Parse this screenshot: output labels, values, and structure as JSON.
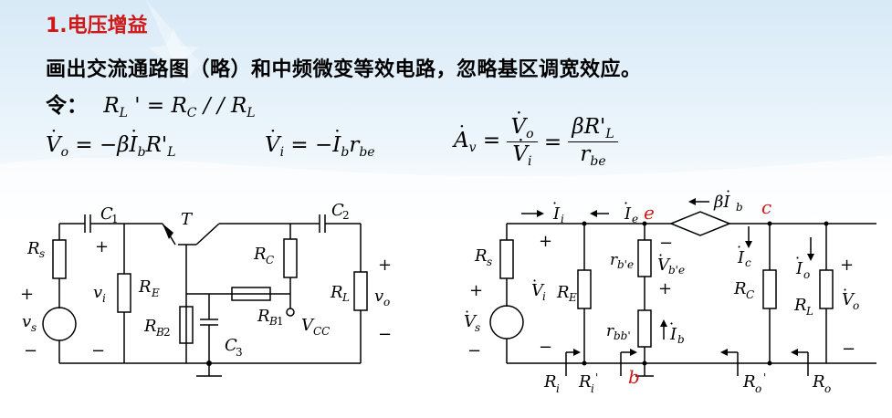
{
  "heading": "1.电压增益",
  "subheading": "画出交流通路图（略）和中频微变等效电路，忽略基区调宽效应。",
  "formulas": {
    "let_label": "令：",
    "rl_prime": "R_L' = R_C // R_L",
    "vo": "Vo = −β Ib R'L",
    "vi": "Vi = −Ib rbe",
    "av": "Av = Vo/Vi = βR'L/rbe"
  },
  "left_circuit": {
    "labels": [
      "C1",
      "T",
      "C2",
      "Rs",
      "+",
      "vi",
      "RE",
      "RC",
      "RL",
      "vo",
      "+",
      "vs",
      "RB2",
      "RB1",
      "VCC",
      "C3",
      "−",
      "−",
      "−",
      "+"
    ]
  },
  "right_circuit": {
    "node_labels": [
      "e",
      "c",
      "b"
    ],
    "labels": [
      "Ii",
      "Ie",
      "βIb",
      "Ic",
      "Io",
      "Rs",
      "Vi",
      "RE",
      "rb'e",
      "Vb'e",
      "rbb'",
      "Ib",
      "RC",
      "RL",
      "Vo",
      "Vs",
      "Ri",
      "Ri'",
      "Ro'",
      "Ro"
    ]
  },
  "colors": {
    "heading": "#d01818",
    "node_label": "#d01818",
    "text": "#000000"
  }
}
